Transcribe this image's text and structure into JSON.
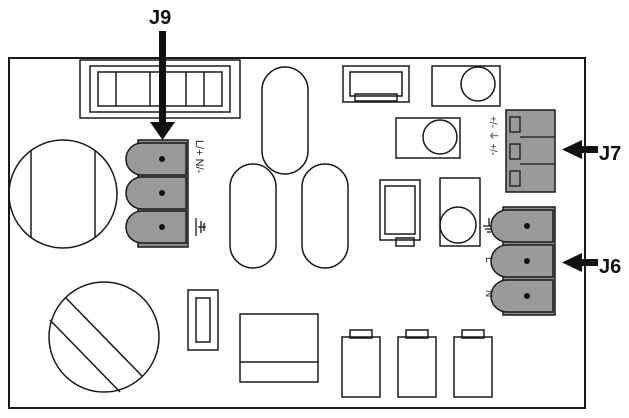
{
  "connectors": {
    "j9": {
      "label": "J9",
      "pins": "L/+ N/-"
    },
    "j7": {
      "label": "J7",
      "pins": "+/- ⏚ +/-"
    },
    "j6": {
      "label": "J6",
      "pin_earth": "⏚",
      "pin_l": "L",
      "pin_n": "N"
    }
  },
  "colors": {
    "terminal_fill": "#8c8c8c",
    "line": "#1a1a1a",
    "background": "#ffffff"
  }
}
